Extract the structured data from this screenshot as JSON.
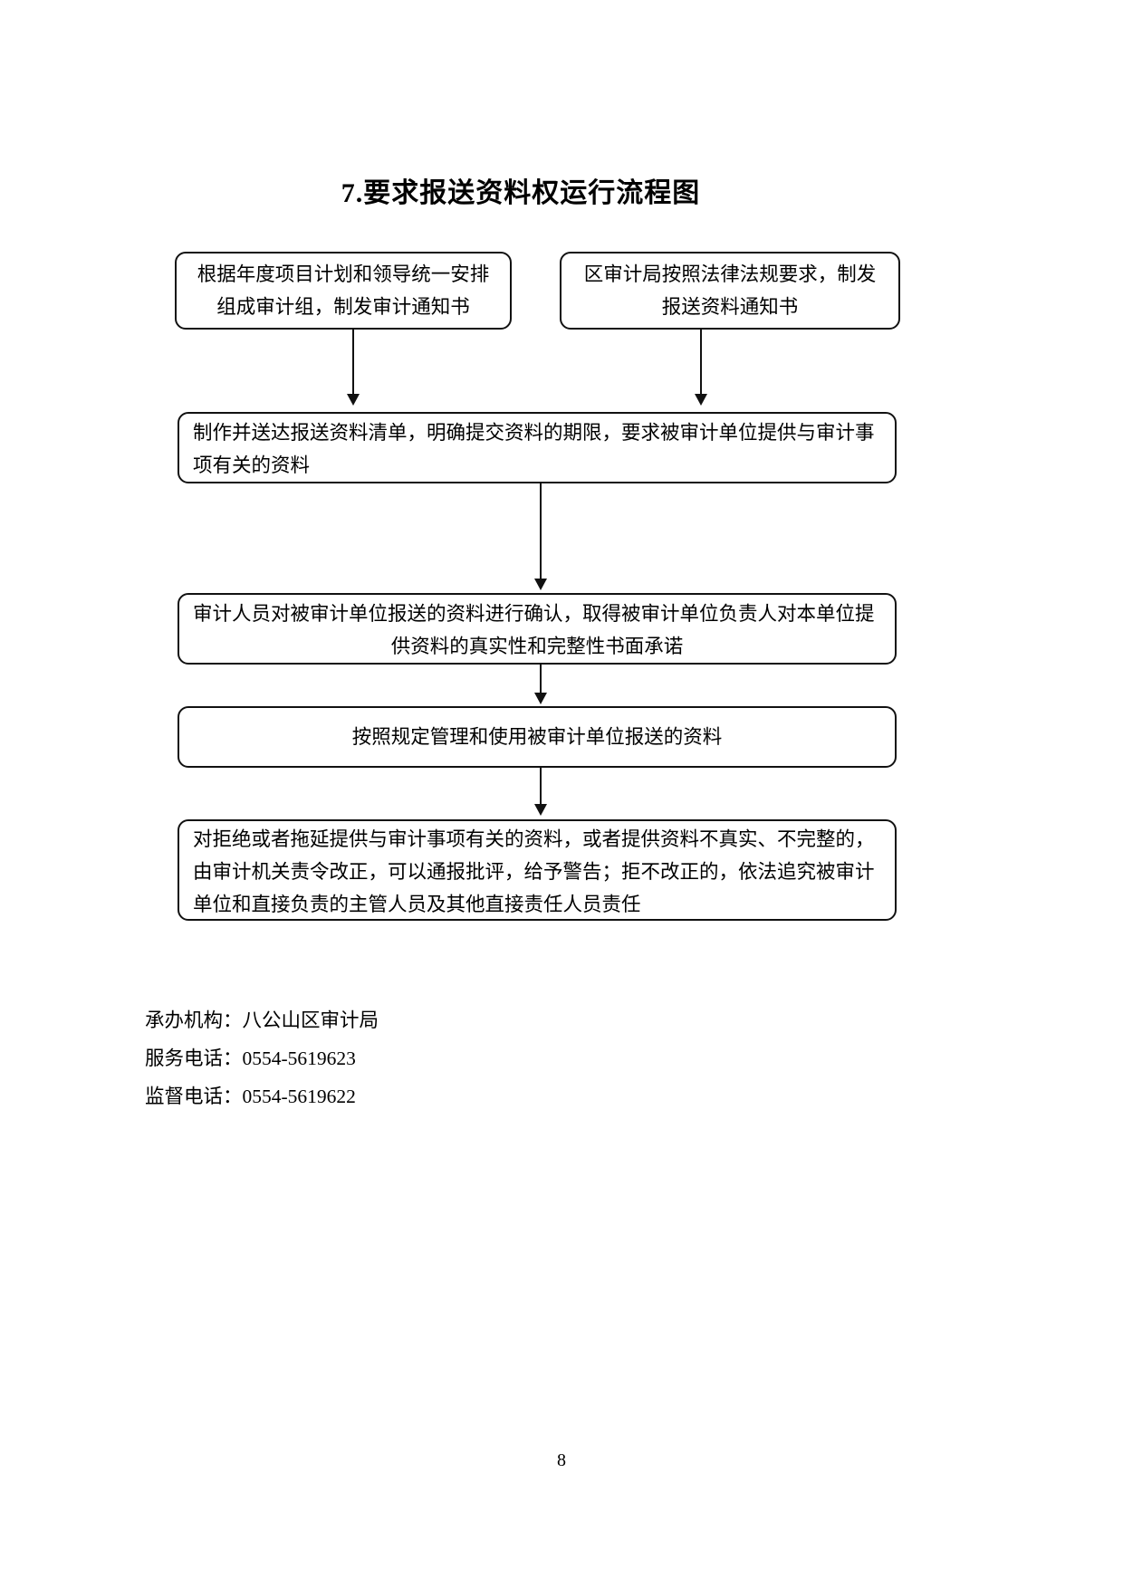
{
  "title": "7.要求报送资料权运行流程图",
  "flowchart": {
    "box1": {
      "line1": "根据年度项目计划和领导统一安排",
      "line2": "组成审计组，制发审计通知书"
    },
    "box2": {
      "line1": "区审计局按照法律法规要求，制发",
      "line2": "报送资料通知书"
    },
    "box3": {
      "line1": "制作并送达报送资料清单，明确提交资料的期限，要求被审计单位提供与审计事",
      "line2": "项有关的资料"
    },
    "box4": {
      "line1": "审计人员对被审计单位报送的资料进行确认，取得被审计单位负责人对本单位提",
      "line2": "供资料的真实性和完整性书面承诺"
    },
    "box5": {
      "line1": "按照规定管理和使用被审计单位报送的资料"
    },
    "box6": {
      "line1": "对拒绝或者拖延提供与审计事项有关的资料，或者提供资料不真实、不完整的，",
      "line2": "由审计机关责令改正，可以通报批评，给予警告；拒不改正的，依法追究被审计",
      "line3": "单位和直接负责的主管人员及其他直接责任人员责任"
    }
  },
  "footer": {
    "organizer": "承办机构：八公山区审计局",
    "service_phone": "服务电话：0554-5619623",
    "supervision_phone": "监督电话：0554-5619622"
  },
  "page_number": "8"
}
